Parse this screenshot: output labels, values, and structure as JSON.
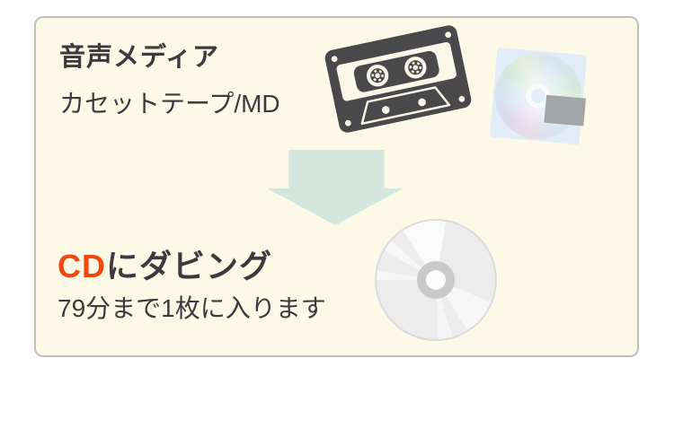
{
  "page": {
    "background": "#FFFFFF"
  },
  "card": {
    "background": "#FCFAE7",
    "border_color": "#C1C1BE",
    "source": {
      "title": "音声メディア",
      "subtitle": "カセットテープ/MD"
    },
    "destination": {
      "title_highlight": "CD",
      "title_highlight_color": "#F0480E",
      "title_rest": "にダビング",
      "subtitle": "79分まで1枚に入ります"
    }
  },
  "icons": {
    "cassette": {
      "name": "cassette-tape-icon",
      "body_color": "#49484A",
      "detail_color": "#FBF8EA"
    },
    "minidisc": {
      "name": "minidisc-icon",
      "sleeve_color": "#E2EBF8",
      "shutter_color": "#A1A5A7"
    },
    "arrow": {
      "name": "down-arrow-icon",
      "color": "#D3E7DF",
      "direction": "down"
    },
    "cd": {
      "name": "cd-disc-icon",
      "body_color": "#ECECEC",
      "hub_ring_color": "#C9C9C9"
    }
  },
  "text_color": "#3B3A3E"
}
